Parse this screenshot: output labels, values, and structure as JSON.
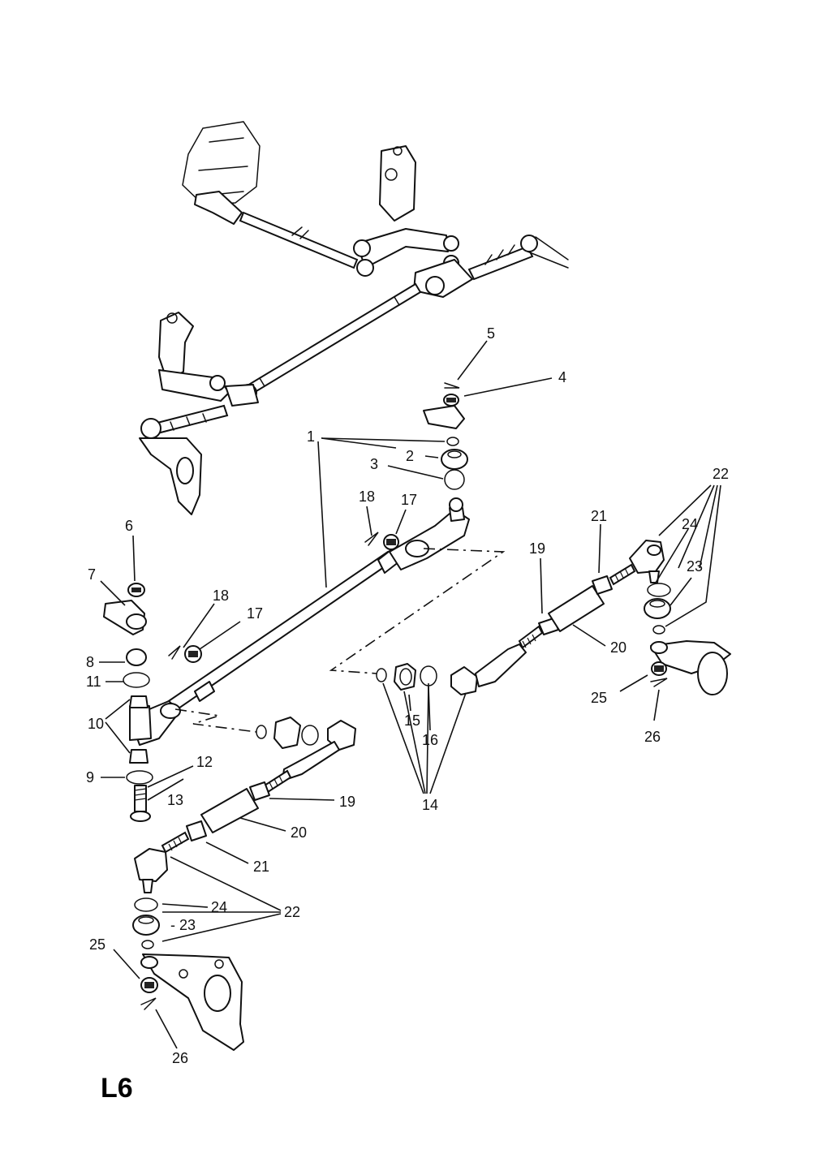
{
  "page": {
    "code": "L6"
  },
  "callouts": [
    {
      "id": "c1",
      "text": "1"
    },
    {
      "id": "c2",
      "text": "2"
    },
    {
      "id": "c3",
      "text": "3"
    },
    {
      "id": "c4",
      "text": "4"
    },
    {
      "id": "c5",
      "text": "5"
    },
    {
      "id": "c6",
      "text": "6"
    },
    {
      "id": "c7",
      "text": "7"
    },
    {
      "id": "c8",
      "text": "8"
    },
    {
      "id": "c9",
      "text": "9"
    },
    {
      "id": "c10",
      "text": "10"
    },
    {
      "id": "c11",
      "text": "11"
    },
    {
      "id": "c12",
      "text": "12"
    },
    {
      "id": "c13",
      "text": "13"
    },
    {
      "id": "c14",
      "text": "14"
    },
    {
      "id": "c15",
      "text": "15"
    },
    {
      "id": "c16",
      "text": "16"
    },
    {
      "id": "c17a",
      "text": "17"
    },
    {
      "id": "c17b",
      "text": "17"
    },
    {
      "id": "c18a",
      "text": "18"
    },
    {
      "id": "c18b",
      "text": "18"
    },
    {
      "id": "c19a",
      "text": "19"
    },
    {
      "id": "c19b",
      "text": "19"
    },
    {
      "id": "c20a",
      "text": "20"
    },
    {
      "id": "c20b",
      "text": "20"
    },
    {
      "id": "c21a",
      "text": "21"
    },
    {
      "id": "c21b",
      "text": "21"
    },
    {
      "id": "c22a",
      "text": "22"
    },
    {
      "id": "c22b",
      "text": "22"
    },
    {
      "id": "c23a",
      "text": "23"
    },
    {
      "id": "c23b",
      "text": "- 23"
    },
    {
      "id": "c24a",
      "text": "24"
    },
    {
      "id": "c24b",
      "text": "24"
    },
    {
      "id": "c25a",
      "text": "25"
    },
    {
      "id": "c25b",
      "text": "25"
    },
    {
      "id": "c26a",
      "text": "26"
    },
    {
      "id": "c26b",
      "text": "26"
    }
  ]
}
